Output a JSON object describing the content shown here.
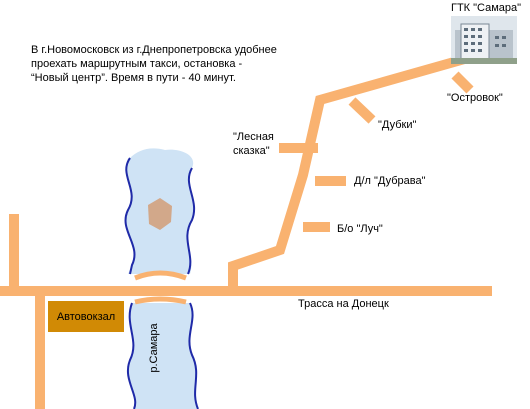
{
  "description": "В г.Новомосковск из г.Днепропетровска удобнее проехать маршрутным такси, остановка - “Новый центр”. Время в пути - 40 минут.",
  "hotel": {
    "name": "ГТК \"Самара\"",
    "icon": "hotel-building-icon"
  },
  "places": {
    "ostrovok": "\"Островок\"",
    "dubki": "\"Дубки\"",
    "lesnaya_skazka_1": "\"Лесная",
    "lesnaya_skazka_2": "сказка\"",
    "dubrava": "Д/л \"Дубрава\"",
    "luch": "Б/о \"Луч\""
  },
  "highway": "Трасса на Донецк",
  "bus_station": "Автовокзал",
  "river": "р.Самара",
  "colors": {
    "road": "#f9b270",
    "water": "#cfe3f5",
    "shore": "#1f2aa8",
    "station": "#d18a05",
    "island": "#d2a88a"
  }
}
